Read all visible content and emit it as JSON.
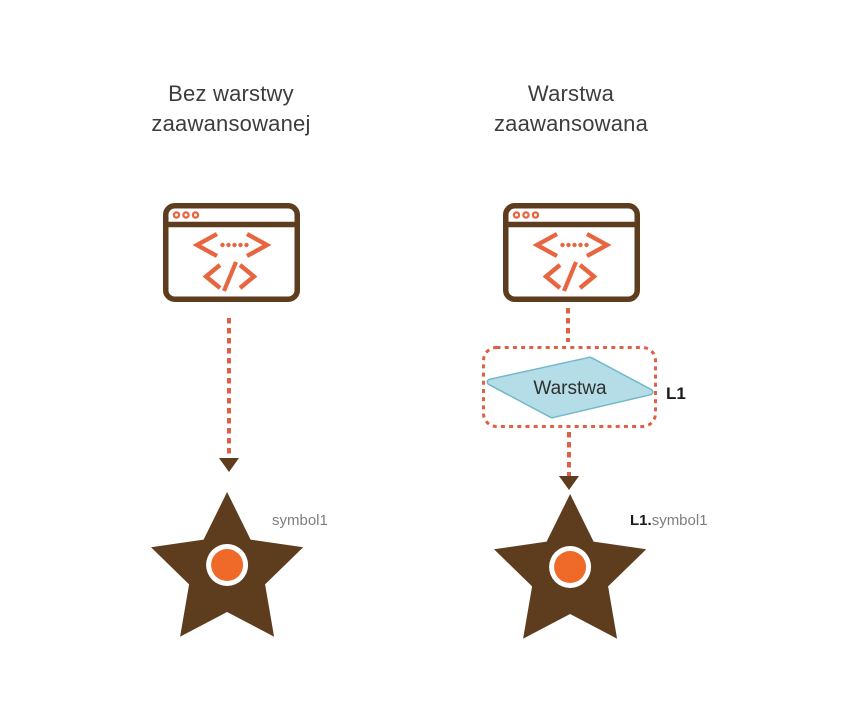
{
  "colors": {
    "brown": "#5e3d1f",
    "orange": "#e8663f",
    "orange_fill": "#ef6a28",
    "dash": "#dc6145",
    "blue_fill": "#b4dde7",
    "blue_edge": "#72b8ca",
    "title_text": "#3d3d3d",
    "label_gray": "#7f7f7f",
    "label_black": "#1a1a1a"
  },
  "left_panel": {
    "title_line1": "Bez warstwy",
    "title_line2": "zaawansowanej",
    "symbol_label": "symbol1"
  },
  "right_panel": {
    "title_line1": "Warstwa",
    "title_line2": "zaawansowana",
    "layer_label": "Warstwa",
    "layer_tag": "L1",
    "symbol_label_prefix": "L1.",
    "symbol_label_suffix": "symbol1"
  },
  "icons": {
    "browser": "browser-window-icon",
    "code": "code-markup-icon",
    "layer": "layer-diamond-icon",
    "star": "star-symbol-icon",
    "arrow": "dashed-arrow-down-icon"
  }
}
